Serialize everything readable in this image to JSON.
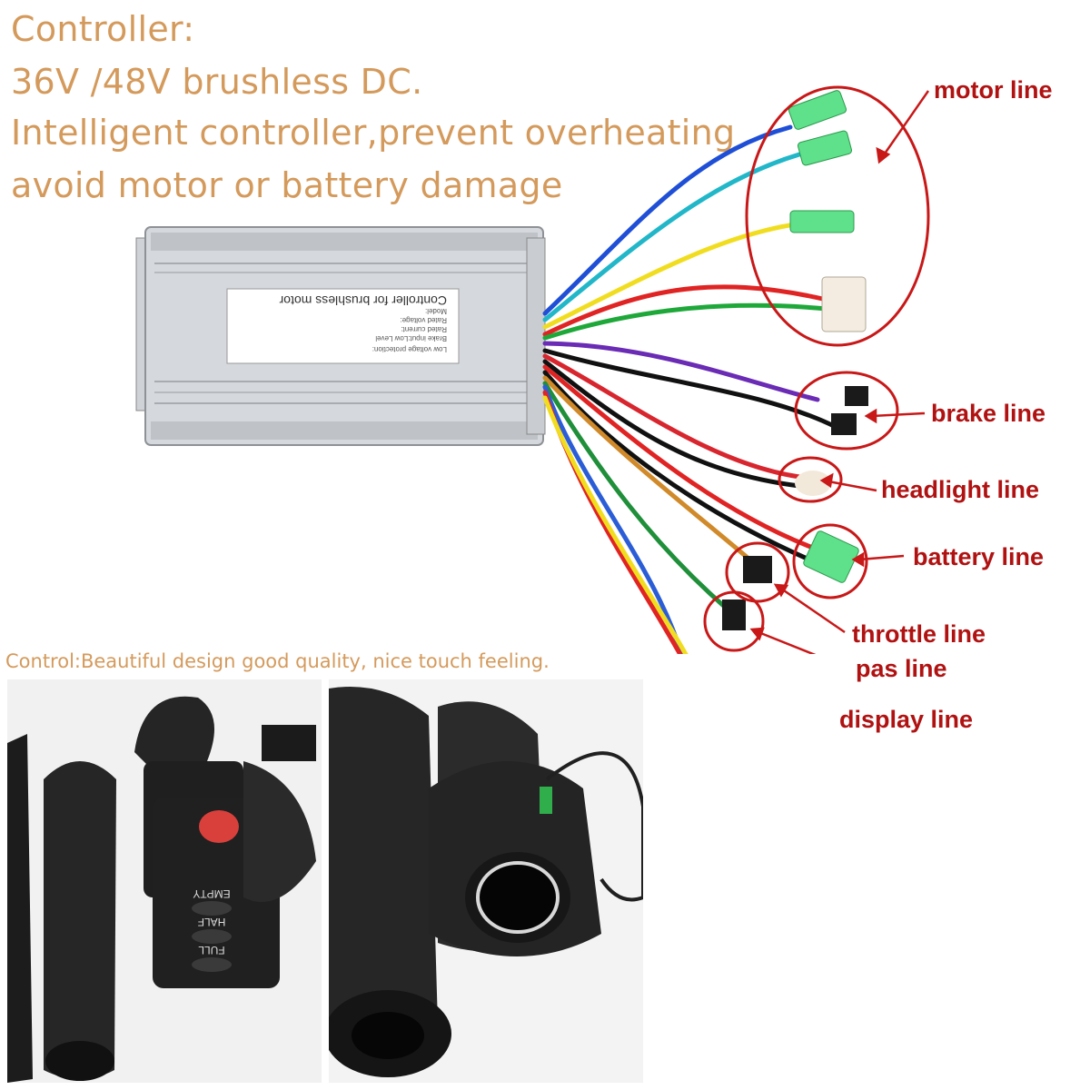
{
  "header": {
    "line1": "Controller:",
    "line2": "36V /48V brushless DC.",
    "line3": "Intelligent controller,prevent overheating",
    "line4": "avoid motor or battery damage"
  },
  "controller_label": {
    "title": "Controller for brushless motor",
    "rows": [
      "Model:",
      "Rated voltage:",
      "Rated current:",
      "Brake input:Low Level",
      "Low voltage protection:"
    ]
  },
  "callouts": {
    "motor": "motor line",
    "brake": "brake line",
    "headlight": "headlight line",
    "battery": "battery line",
    "throttle": "throttle line",
    "pas": "pas line",
    "display": "display line"
  },
  "caption": "Control:Beautiful design good quality, nice touch feeling.",
  "indicator_panel": {
    "empty": "EMPTY",
    "half": "HALF",
    "full": "FULL"
  },
  "colors": {
    "heading": "#d49a5c",
    "callout": "#b01212"
  }
}
